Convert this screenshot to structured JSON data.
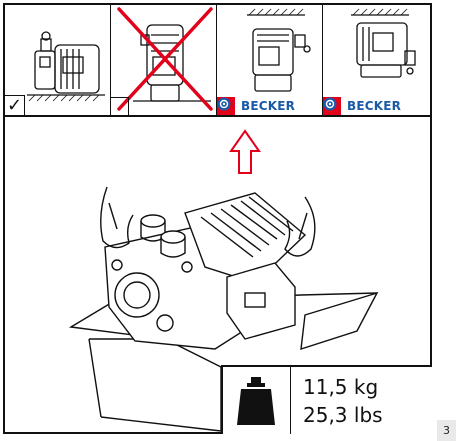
{
  "panels": [
    {
      "id": "horizontal-ok",
      "mark": "✓"
    },
    {
      "id": "vertical-not-allowed",
      "mark": ""
    },
    {
      "id": "wall-consult-1",
      "badge": "?",
      "logo_text": "BECKER"
    },
    {
      "id": "wall-consult-2",
      "badge": "?",
      "logo_text": "BECKER"
    }
  ],
  "weight": {
    "kg": "11,5 kg",
    "lbs": "25,3 lbs"
  },
  "page_number": "3",
  "colors": {
    "badge_red": "#e2001a",
    "arrow_red": "#e2001a",
    "brand_blue": "#1a5aa8",
    "line": "#111111"
  }
}
